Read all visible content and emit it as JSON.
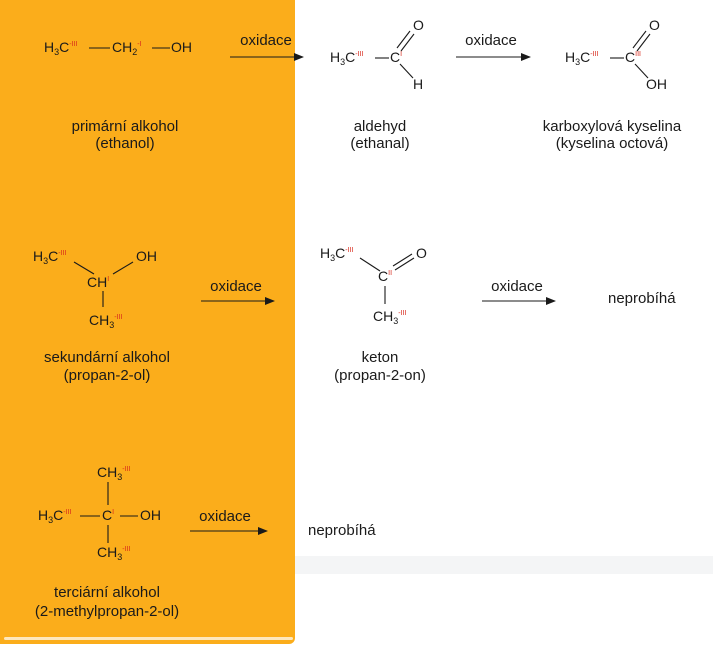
{
  "arrow_label": "oxidace",
  "no_reaction": "neprobíhá",
  "atoms": {
    "H": "H",
    "C": "C",
    "O": "O",
    "OH": "OH",
    "CH": "CH",
    "two": "2",
    "three": "3"
  },
  "ox_states": {
    "minus3": "-III",
    "minus1": "-I",
    "one": "I",
    "two": "II",
    "three": "III"
  },
  "rows": [
    {
      "reactant": {
        "name": "primární alkohol",
        "systematic": "(ethanol)"
      },
      "product": {
        "name": "aldehyd",
        "systematic": "(ethanal)"
      },
      "product2": {
        "name": "karboxylová kyselina",
        "systematic": "(kyselina octová)"
      }
    },
    {
      "reactant": {
        "name": "sekundární alkohol",
        "systematic": "(propan-2-ol)"
      },
      "product": {
        "name": "keton",
        "systematic": "(propan-2-on)"
      }
    },
    {
      "reactant": {
        "name": "terciární alkohol",
        "systematic": "(2-methylpropan-2-ol)"
      }
    }
  ],
  "colors": {
    "panel": "#fbad1b",
    "oxidation_state": "#d8291c",
    "band": "#f4f5f6"
  }
}
